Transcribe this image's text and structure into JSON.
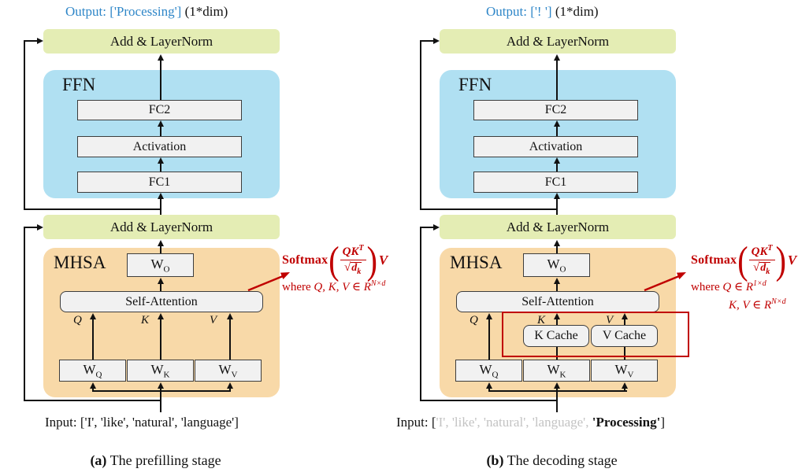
{
  "colors": {
    "block_yellow": "#e4edb4",
    "block_blue": "#b0e0f2",
    "block_orange": "#f8d9a8",
    "inner_box_gray": "#f1f1f1",
    "formula_red": "#c00000",
    "output_blue": "#2e86c8",
    "faded_gray": "#c3c3c3"
  },
  "panels": {
    "left": {
      "output_highlight": "Output: ['Processing']",
      "output_rest": " (1*dim)",
      "add_norm_top": "Add & LayerNorm",
      "add_norm_mid": "Add & LayerNorm",
      "ffn_title": "FFN",
      "fc2": "FC2",
      "activation": "Activation",
      "fc1": "FC1",
      "mhsa_title": "MHSA",
      "self_attention": "Self-Attention",
      "w_base": "W",
      "wo_sub": "O",
      "wq_sub": "Q",
      "wk_sub": "K",
      "wv_sub": "V",
      "q_label": "Q",
      "k_label": "K",
      "v_label": "V",
      "formula": {
        "softmax": "Softmax",
        "open_paren": "(",
        "num": "QK",
        "num_sup": "T",
        "radical": "√",
        "den": "d",
        "den_sub": "k",
        "close_paren": ")",
        "value": "V",
        "where1_prefix": "where ",
        "where1_vars": "Q, K, V ∈ R",
        "where1_sup": "N×d"
      },
      "input_text": "Input: ['I', 'like', 'natural', 'language']",
      "caption_label": "(a)",
      "caption_text": " The prefilling stage"
    },
    "right": {
      "output_highlight": "Output: ['! ']",
      "output_rest": " (1*dim)",
      "add_norm_top": "Add & LayerNorm",
      "add_norm_mid": "Add & LayerNorm",
      "ffn_title": "FFN",
      "fc2": "FC2",
      "activation": "Activation",
      "fc1": "FC1",
      "mhsa_title": "MHSA",
      "self_attention": "Self-Attention",
      "k_cache": "K Cache",
      "v_cache": "V Cache",
      "w_base": "W",
      "wo_sub": "O",
      "wq_sub": "Q",
      "wk_sub": "K",
      "wv_sub": "V",
      "q_label": "Q",
      "k_label": "K",
      "v_label": "V",
      "formula": {
        "softmax": "Softmax",
        "open_paren": "(",
        "num": "QK",
        "num_sup": "T",
        "radical": "√",
        "den": "d",
        "den_sub": "k",
        "close_paren": ")",
        "value": "V",
        "where1_prefix": "where ",
        "where1_vars": "Q ∈ R",
        "where1_sup": "1×d",
        "where2_vars": "K, V ∈ R",
        "where2_sup": "N×d"
      },
      "input_prefix": "Input: [",
      "input_faded": "'I', 'like', 'natural', 'language', ",
      "input_emph": "'Processing'",
      "input_suffix": "]",
      "caption_label": "(b)",
      "caption_text": " The decoding stage"
    }
  }
}
